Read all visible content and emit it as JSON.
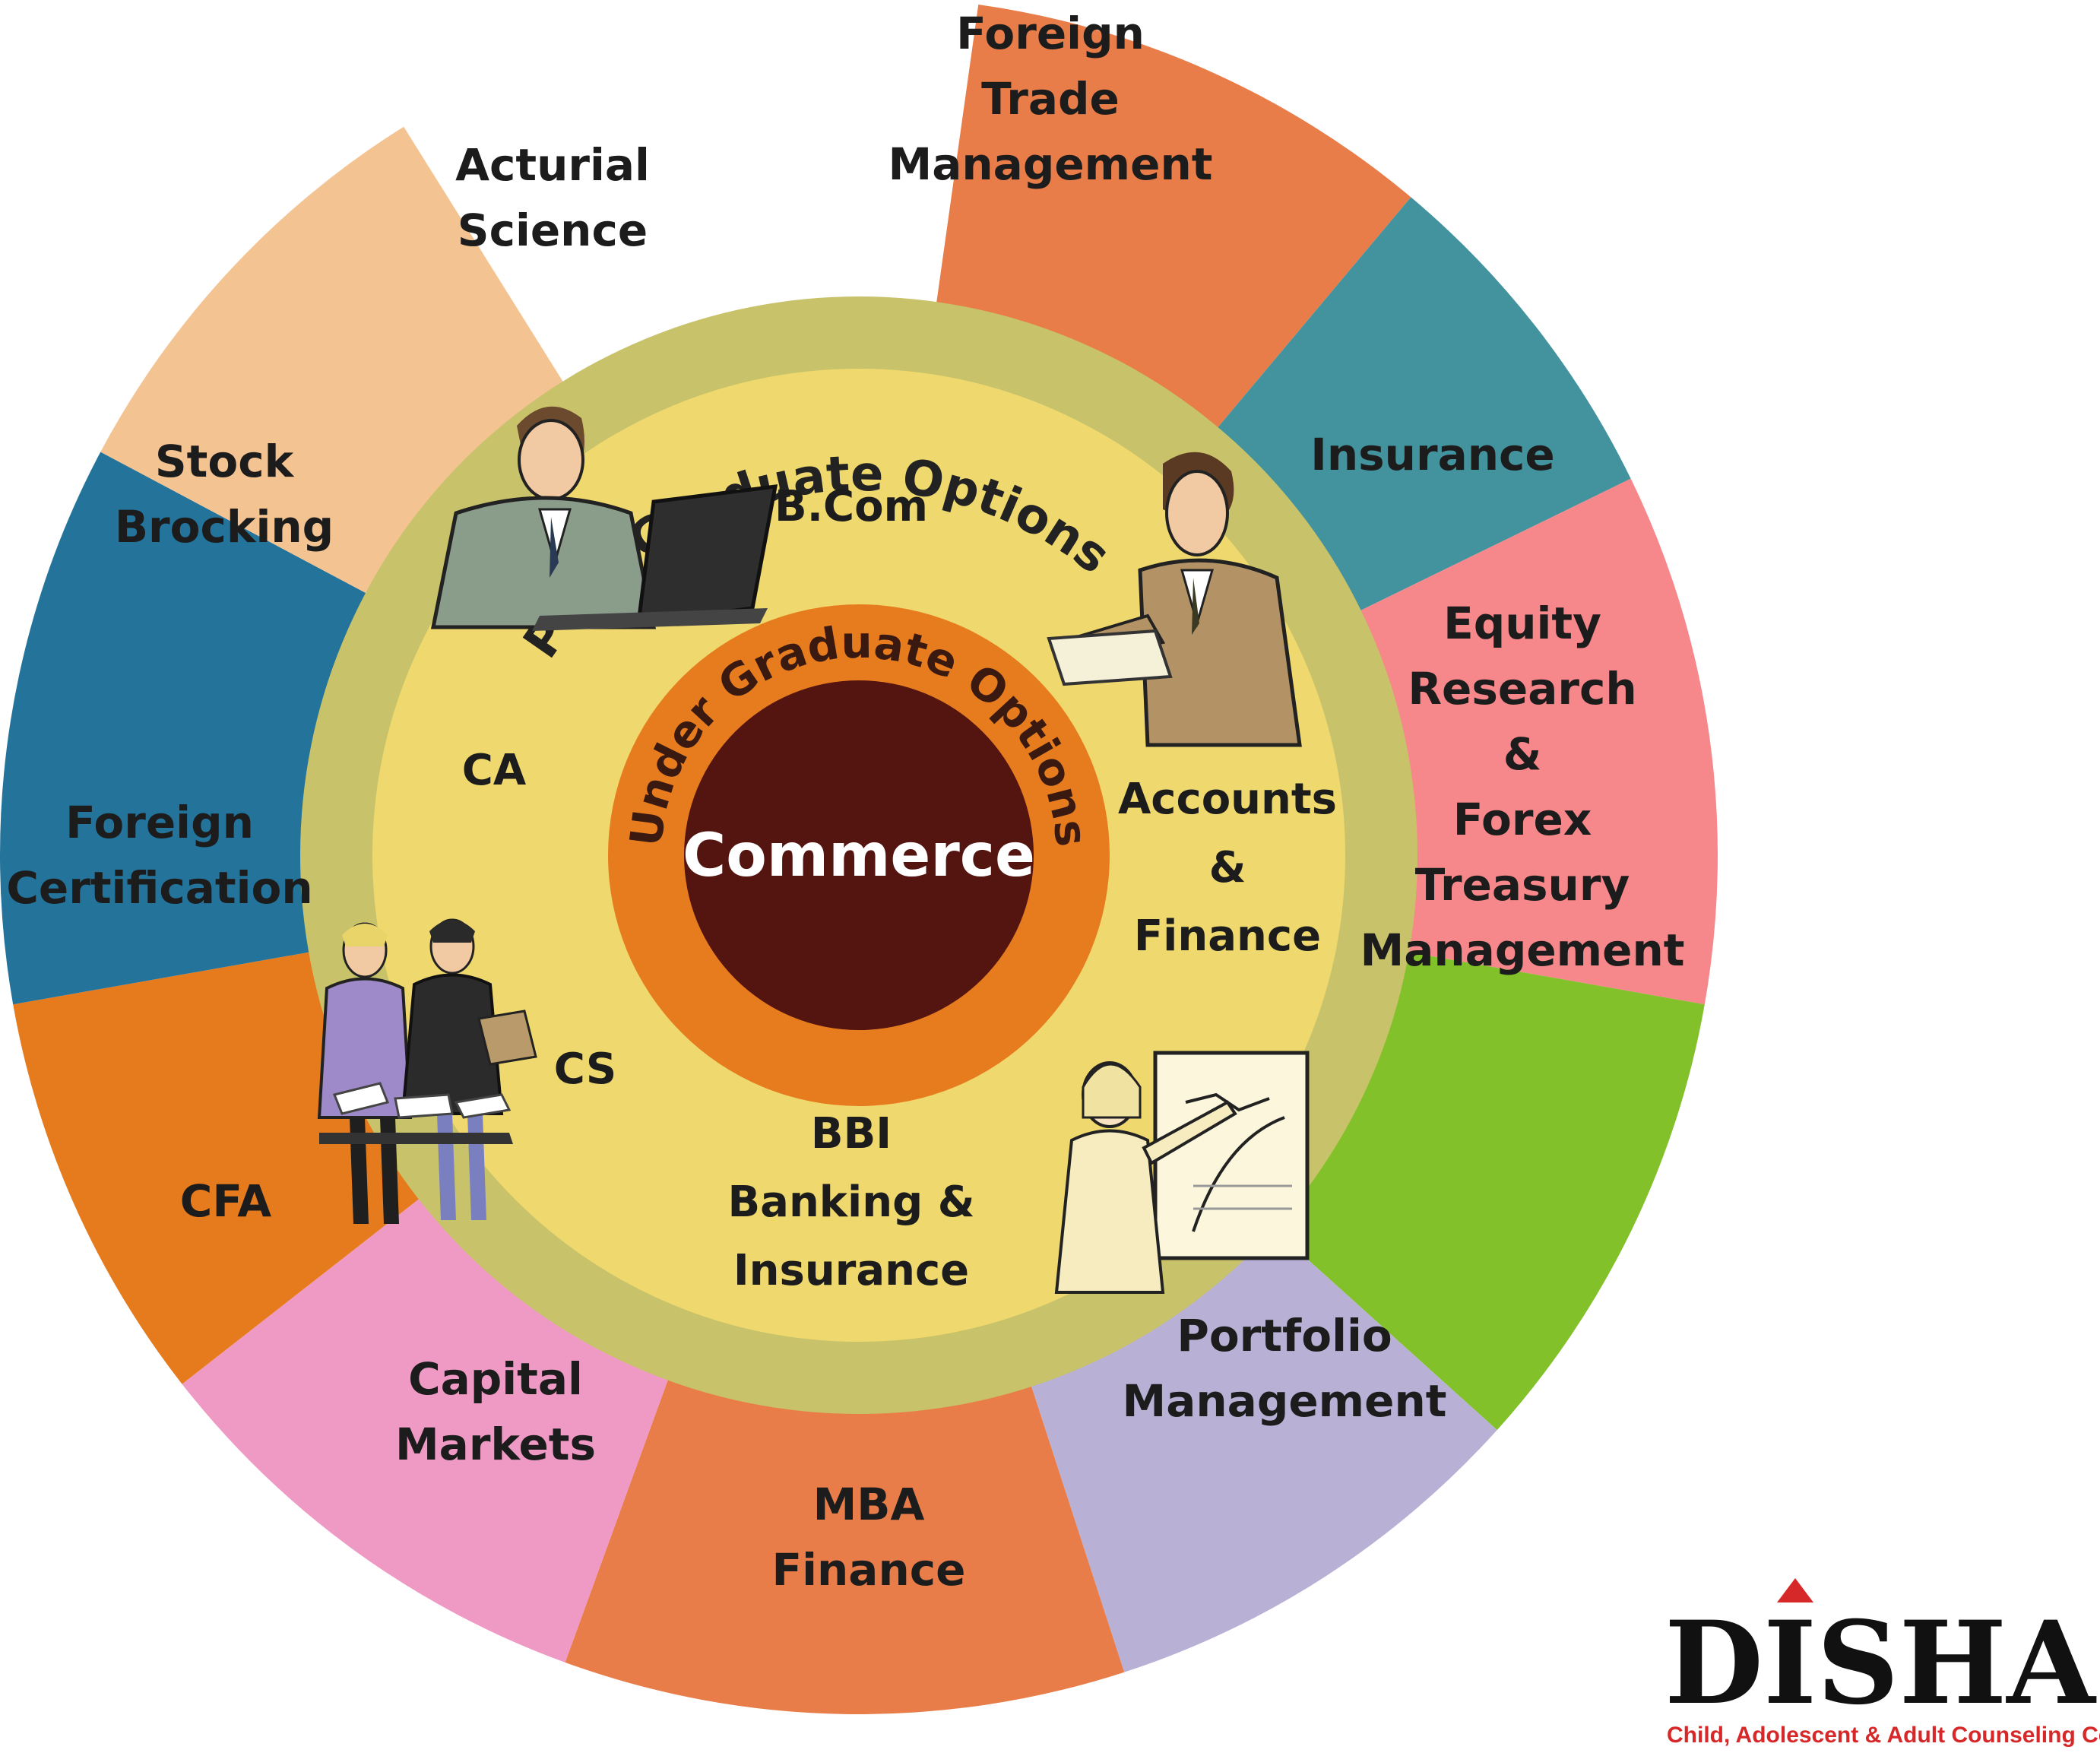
{
  "center": {
    "label": "Commerce",
    "color": "#541410"
  },
  "rings": {
    "under_graduate": {
      "label": "Under Graduate Options",
      "color": "#e77c1f"
    },
    "post_graduate": {
      "label": "Post Graduate Options",
      "color": "#c8c26a"
    },
    "inner_fill": "#efd96e"
  },
  "under_graduate_courses": [
    {
      "lines": [
        "B.Com"
      ]
    },
    {
      "lines": [
        "Accounts",
        "&",
        "Finance"
      ]
    },
    {
      "lines": [
        "BBI",
        "Banking &",
        "Insurance"
      ]
    },
    {
      "lines": [
        "CS"
      ]
    },
    {
      "lines": [
        "CA"
      ]
    }
  ],
  "post_graduate_options": [
    {
      "lines": [
        "Foreign",
        "Trade",
        "Management"
      ],
      "color": "#e87d4a"
    },
    {
      "lines": [
        "Insurance"
      ],
      "color": "#43939e"
    },
    {
      "lines": [
        "Equity",
        "Research",
        "&",
        "Forex",
        "Treasury",
        "Management"
      ],
      "color": "#f6878a"
    },
    {
      "lines": [
        "Portfolio",
        "Management"
      ],
      "color": "#82c12a"
    },
    {
      "lines": [
        "MBA",
        "Finance"
      ],
      "color": "#b8b1d5"
    },
    {
      "lines": [
        "Capital",
        "Markets"
      ],
      "color": "#e87d4a"
    },
    {
      "lines": [
        "CFA"
      ],
      "color": "#ef9ac4"
    },
    {
      "lines": [
        "Foreign",
        "Certification"
      ],
      "color": "#e57b1c"
    },
    {
      "lines": [
        "Stock",
        "Brocking"
      ],
      "color": "#23739b"
    },
    {
      "lines": [
        "Acturial",
        "Science"
      ],
      "color": "#f4c392"
    }
  ],
  "logo": {
    "word": "DISHA",
    "tagline": "Child, Adolescent & Adult Counseling Center",
    "accent_color": "#d62828"
  },
  "illustrations": [
    {
      "icon": "businessman-laptop-icon"
    },
    {
      "icon": "businessman-reading-icon"
    },
    {
      "icon": "business-team-icon"
    },
    {
      "icon": "presenter-chart-icon"
    }
  ]
}
